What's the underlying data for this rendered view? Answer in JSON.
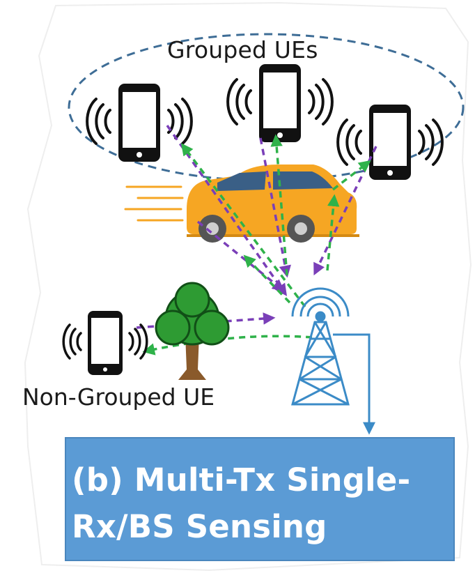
{
  "labels": {
    "grouped": "Grouped UEs",
    "non_grouped": "Non-Grouped UE"
  },
  "caption": {
    "line1": "(b) Multi-Tx Single-",
    "line2": "Rx/BS Sensing"
  },
  "colors": {
    "ellipse": "#3e6d96",
    "purple_arrow": "#7a3fb8",
    "green_arrow": "#2fb24a",
    "antenna": "#3b8bc7",
    "car_body": "#f6a623",
    "car_window": "#3a5f86",
    "tree_leaves": "#2e9b33",
    "tree_trunk": "#8a5a2b",
    "caption_bg": "#5b9bd5",
    "caption_text": "#ffffff"
  },
  "icons": [
    "phone-icon",
    "signal-waves-icon",
    "car-icon",
    "tree-icon",
    "cell-tower-icon"
  ]
}
